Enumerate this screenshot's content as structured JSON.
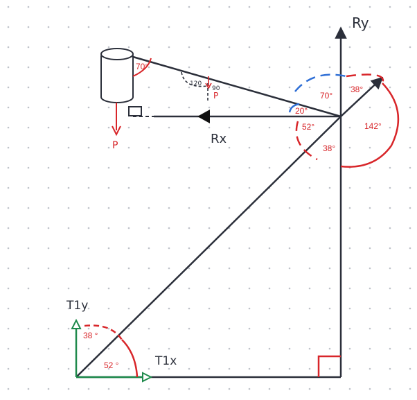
{
  "colors": {
    "ink": "#2b2f3a",
    "red": "#d8262a",
    "blue": "#2f6fd6",
    "green": "#1f8a4c",
    "dot": "#bfc3ca",
    "white": "#ffffff"
  },
  "labels": {
    "ry": "Ry",
    "rx": "Rx",
    "p_load": "P",
    "p_small": "P",
    "t1y": "T1y",
    "t1x": "T1x"
  },
  "angles": {
    "cyl": "70°",
    "small_120": "120",
    "small_90": "90",
    "top_70": "70°",
    "top_38": "38°",
    "blue_20": "20°",
    "mid_52": "52°",
    "right_142": "142°",
    "bottom_38": "38°",
    "base_38": "38 °",
    "base_52": "52 °"
  }
}
